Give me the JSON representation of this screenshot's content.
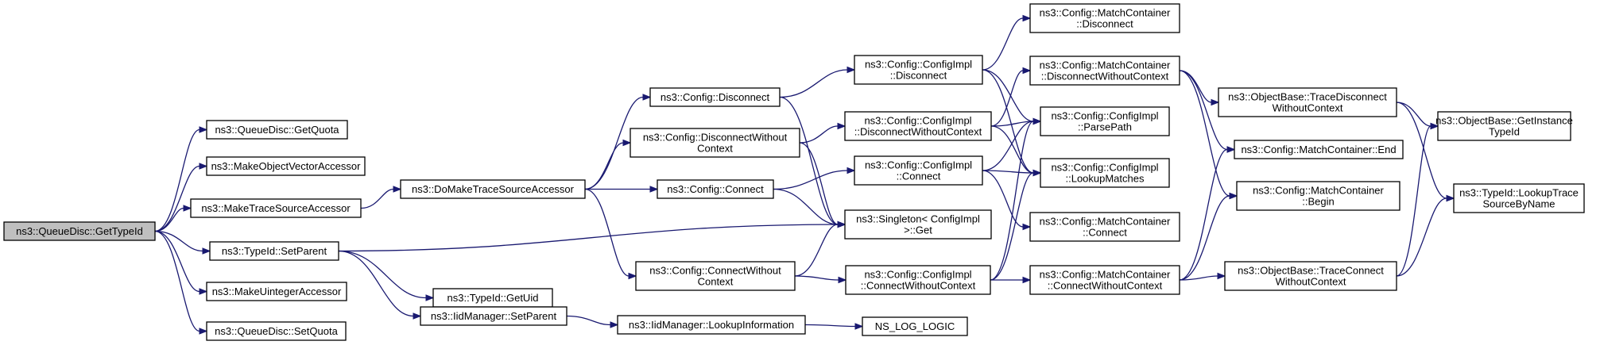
{
  "diagram": {
    "nodes": [
      {
        "id": "getTypeId",
        "lines": [
          "ns3::QueueDisc::GetTypeId"
        ],
        "root": true
      },
      {
        "id": "getQuota",
        "lines": [
          "ns3::QueueDisc::GetQuota"
        ]
      },
      {
        "id": "makeObjVec",
        "lines": [
          "ns3::MakeObjectVectorAccessor"
        ]
      },
      {
        "id": "makeTrace",
        "lines": [
          "ns3::MakeTraceSourceAccessor"
        ]
      },
      {
        "id": "typeIdSetParent",
        "lines": [
          "ns3::TypeId::SetParent"
        ]
      },
      {
        "id": "makeUint",
        "lines": [
          "ns3::MakeUintegerAccessor"
        ]
      },
      {
        "id": "setQuota",
        "lines": [
          "ns3::QueueDisc::SetQuota"
        ]
      },
      {
        "id": "doMakeTrace",
        "lines": [
          "ns3::DoMakeTraceSourceAccessor"
        ]
      },
      {
        "id": "getUid",
        "lines": [
          "ns3::TypeId::GetUid"
        ]
      },
      {
        "id": "iidSetParent",
        "lines": [
          "ns3::IidManager::SetParent"
        ]
      },
      {
        "id": "cfgDisconnect",
        "lines": [
          "ns3::Config::Disconnect"
        ]
      },
      {
        "id": "cfgDiscWithout",
        "lines": [
          "ns3::Config::DisconnectWithout",
          "Context"
        ]
      },
      {
        "id": "cfgConnect",
        "lines": [
          "ns3::Config::Connect"
        ]
      },
      {
        "id": "cfgConnWithout",
        "lines": [
          "ns3::Config::ConnectWithout",
          "Context"
        ]
      },
      {
        "id": "lookupInfo",
        "lines": [
          "ns3::IidManager::LookupInformation"
        ]
      },
      {
        "id": "implDisconnect",
        "lines": [
          "ns3::Config::ConfigImpl",
          "::Disconnect"
        ]
      },
      {
        "id": "implDiscWithout",
        "lines": [
          "ns3::Config::ConfigImpl",
          "::DisconnectWithoutContext"
        ]
      },
      {
        "id": "implConnect",
        "lines": [
          "ns3::Config::ConfigImpl",
          "::Connect"
        ]
      },
      {
        "id": "singletonGet",
        "lines": [
          "ns3::Singleton< ConfigImpl",
          " >::Get"
        ]
      },
      {
        "id": "implConnWithout",
        "lines": [
          "ns3::Config::ConfigImpl",
          "::ConnectWithoutContext"
        ]
      },
      {
        "id": "nsLogLogic",
        "lines": [
          "NS_LOG_LOGIC"
        ]
      },
      {
        "id": "mcDisconnect",
        "lines": [
          "ns3::Config::MatchContainer",
          "::Disconnect"
        ]
      },
      {
        "id": "mcDiscWithout",
        "lines": [
          "ns3::Config::MatchContainer",
          "::DisconnectWithoutContext"
        ]
      },
      {
        "id": "parsePath",
        "lines": [
          "ns3::Config::ConfigImpl",
          "::ParsePath"
        ]
      },
      {
        "id": "lookupMatches",
        "lines": [
          "ns3::Config::ConfigImpl",
          "::LookupMatches"
        ]
      },
      {
        "id": "mcConnect",
        "lines": [
          "ns3::Config::MatchContainer",
          "::Connect"
        ]
      },
      {
        "id": "mcConnWithout",
        "lines": [
          "ns3::Config::MatchContainer",
          "::ConnectWithoutContext"
        ]
      },
      {
        "id": "obTraceDisc",
        "lines": [
          "ns3::ObjectBase::TraceDisconnect",
          "WithoutContext"
        ]
      },
      {
        "id": "mcEnd",
        "lines": [
          "ns3::Config::MatchContainer::End"
        ]
      },
      {
        "id": "mcBegin",
        "lines": [
          "ns3::Config::MatchContainer",
          "::Begin"
        ]
      },
      {
        "id": "obTraceConn",
        "lines": [
          "ns3::ObjectBase::TraceConnect",
          "WithoutContext"
        ]
      },
      {
        "id": "obGetInstance",
        "lines": [
          "ns3::ObjectBase::GetInstance",
          "TypeId"
        ]
      },
      {
        "id": "lookupTraceSrc",
        "lines": [
          "ns3::TypeId::LookupTrace",
          "SourceByName"
        ]
      }
    ],
    "edges": [
      [
        "getTypeId",
        "getQuota"
      ],
      [
        "getTypeId",
        "makeObjVec"
      ],
      [
        "getTypeId",
        "makeTrace"
      ],
      [
        "getTypeId",
        "typeIdSetParent"
      ],
      [
        "getTypeId",
        "makeUint"
      ],
      [
        "getTypeId",
        "setQuota"
      ],
      [
        "makeTrace",
        "doMakeTrace"
      ],
      [
        "typeIdSetParent",
        "singletonGet"
      ],
      [
        "typeIdSetParent",
        "getUid"
      ],
      [
        "typeIdSetParent",
        "iidSetParent"
      ],
      [
        "iidSetParent",
        "lookupInfo"
      ],
      [
        "lookupInfo",
        "nsLogLogic"
      ],
      [
        "doMakeTrace",
        "cfgDisconnect"
      ],
      [
        "doMakeTrace",
        "cfgDiscWithout"
      ],
      [
        "doMakeTrace",
        "cfgConnect"
      ],
      [
        "doMakeTrace",
        "cfgConnWithout"
      ],
      [
        "cfgDisconnect",
        "implDisconnect"
      ],
      [
        "cfgDisconnect",
        "singletonGet"
      ],
      [
        "cfgDiscWithout",
        "implDiscWithout"
      ],
      [
        "cfgDiscWithout",
        "singletonGet"
      ],
      [
        "cfgConnect",
        "implConnect"
      ],
      [
        "cfgConnect",
        "singletonGet"
      ],
      [
        "cfgConnWithout",
        "singletonGet"
      ],
      [
        "cfgConnWithout",
        "implConnWithout"
      ],
      [
        "implDisconnect",
        "mcDisconnect"
      ],
      [
        "implDisconnect",
        "parsePath"
      ],
      [
        "implDisconnect",
        "lookupMatches"
      ],
      [
        "implDiscWithout",
        "mcDiscWithout"
      ],
      [
        "implDiscWithout",
        "parsePath"
      ],
      [
        "implDiscWithout",
        "lookupMatches"
      ],
      [
        "implConnect",
        "parsePath"
      ],
      [
        "implConnect",
        "lookupMatches"
      ],
      [
        "implConnect",
        "mcConnect"
      ],
      [
        "implConnWithout",
        "parsePath"
      ],
      [
        "implConnWithout",
        "lookupMatches"
      ],
      [
        "implConnWithout",
        "mcConnWithout"
      ],
      [
        "mcDiscWithout",
        "obTraceDisc"
      ],
      [
        "mcDiscWithout",
        "mcEnd"
      ],
      [
        "mcDiscWithout",
        "mcBegin"
      ],
      [
        "mcConnWithout",
        "mcEnd"
      ],
      [
        "mcConnWithout",
        "mcBegin"
      ],
      [
        "mcConnWithout",
        "obTraceConn"
      ],
      [
        "obTraceDisc",
        "obGetInstance"
      ],
      [
        "obTraceDisc",
        "lookupTraceSrc"
      ],
      [
        "obTraceConn",
        "obGetInstance"
      ],
      [
        "obTraceConn",
        "lookupTraceSrc"
      ]
    ],
    "colors": {
      "edge": "#191970",
      "root_fill": "#bfbfbf",
      "node_fill": "#ffffff",
      "border": "#000000"
    }
  }
}
